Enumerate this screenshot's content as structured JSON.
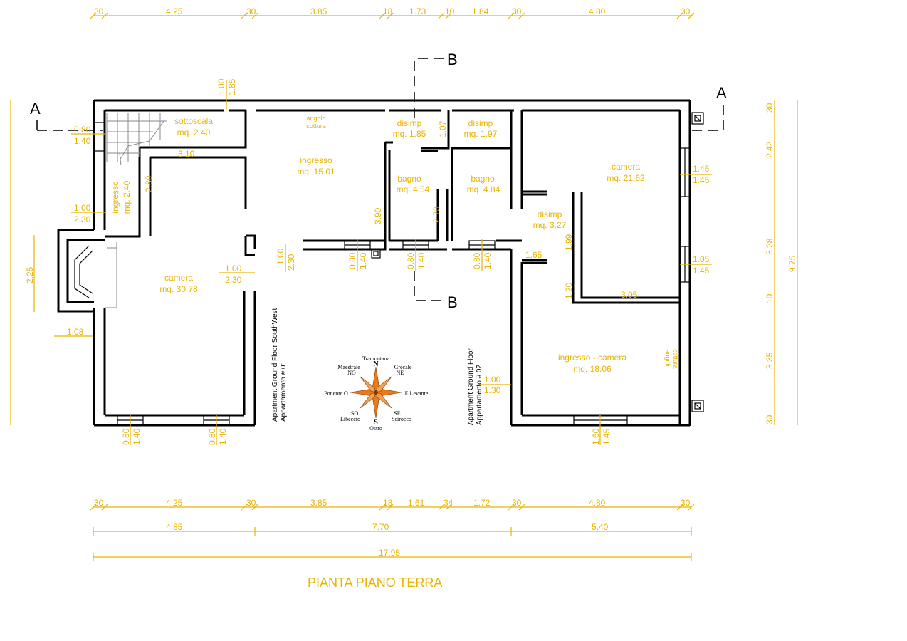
{
  "title": "PIANTA PIANO TERRA",
  "colors": {
    "dimension": "#e8b400",
    "walls": "#000000",
    "compass": "#e87a1a"
  },
  "dims_top": [
    "30",
    "4.25",
    "30",
    "3.85",
    "18",
    "1.73",
    "10",
    "1.84",
    "30",
    "4.80",
    "30"
  ],
  "dims_bottom_1": [
    "30",
    "4.25",
    "30",
    "3.85",
    "18",
    "1.61",
    "34",
    "1.72",
    "30",
    "4.80",
    "30"
  ],
  "dims_bottom_2": [
    "4.85",
    "7.70",
    "5.40"
  ],
  "dims_total": "17.95",
  "dims_right": [
    "30",
    "2.42",
    "3.28",
    "10",
    "3.35",
    "30"
  ],
  "dims_right_total": "9.75",
  "dims_left": [
    "2.25"
  ],
  "sections": {
    "a": "A",
    "b": "B"
  },
  "rooms": {
    "sottoscala": {
      "name": "sottoscala",
      "area": "mq. 2.40"
    },
    "ingresso_stair": {
      "name": "ingresso",
      "area": "mq. 2.40"
    },
    "camera_left": {
      "name": "camera",
      "area": "mq. 30.78"
    },
    "ingresso_main": {
      "name": "ingresso",
      "area": "mq. 15.01"
    },
    "angolo_cottura_1": "angolo\ncottura",
    "disimp_1": {
      "name": "disimp",
      "area": "mq. 1.85"
    },
    "disimp_2": {
      "name": "disimp",
      "area": "mq. 1.97"
    },
    "bagno_1": {
      "name": "bagno",
      "area": "mq. 4.54"
    },
    "bagno_2": {
      "name": "bagno",
      "area": "mq. 4.84"
    },
    "disimp_3": {
      "name": "disimp",
      "area": "mq. 3.27"
    },
    "camera_right": {
      "name": "camera",
      "area": "mq. 21.62"
    },
    "ingresso_camera": {
      "name": "ingresso - camera",
      "area": "mq. 18.06"
    },
    "angolo_cottura_2": "angolo\ncottura"
  },
  "apartments": {
    "apt1_line1": "Apartment Ground Floor SouthWest",
    "apt1_line2": "Appartamento # 01",
    "apt2_line1": "Apartment Ground Floor",
    "apt2_line2": "Appartamento # 02"
  },
  "opening_dims": {
    "o_080_140": [
      "0.80",
      "1.40"
    ],
    "o_100_230": [
      "1.00",
      "2.30"
    ],
    "o_100_185": [
      "1.00",
      "1.85"
    ],
    "o_145_145": [
      "1.45",
      "1.45"
    ],
    "o_105_145": [
      "1.05",
      "1.45"
    ],
    "o_160_145": [
      "1.60",
      "1.45"
    ],
    "o_100_130": [
      "1.00",
      "1.30"
    ],
    "v_310": "3.10",
    "v_280": "2.80",
    "v_390": "3.90",
    "v_273": "2.73",
    "v_107": "1.07",
    "v_165": "1.65",
    "v_199": "1.99",
    "v_120": "1.20",
    "v_305": "3.05",
    "v_108": "1.08"
  },
  "compass": {
    "n": "N",
    "s": "S",
    "e": "E Levante",
    "o": "Ponente O",
    "north_name": "Tramontana",
    "south_name": "Ostro",
    "no": "NO",
    "no_name": "Maestrale",
    "ne": "NE",
    "ne_name": "Grecale",
    "so": "SO",
    "so_name": "Libeccio",
    "se": "SE",
    "se_name": "Scirocco"
  }
}
